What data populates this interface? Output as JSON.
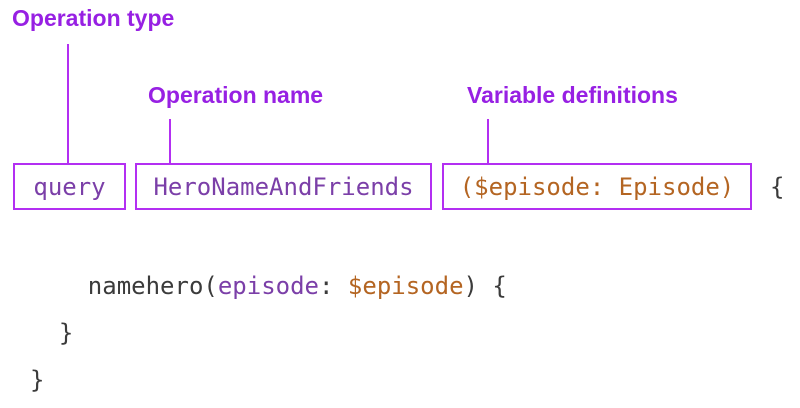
{
  "labels": {
    "operation_type": "Operation type",
    "operation_name": "Operation name",
    "variable_definitions": "Variable definitions"
  },
  "code": {
    "operation_type": "query",
    "operation_name": "HeroNameAndFriends",
    "variable_definitions": "($episode: Episode)",
    "open_brace": "{",
    "body_line_tokens": [
      {
        "text": "  hero(",
        "color": "plain"
      },
      {
        "text": "episode",
        "color": "purple"
      },
      {
        "text": ": ",
        "color": "plain"
      },
      {
        "text": "$episode",
        "color": "orange"
      },
      {
        "text": ") {",
        "color": "plain"
      }
    ],
    "field_line": "    name",
    "close_brace_inner": "  }",
    "close_brace_outer": "}"
  },
  "colors": {
    "annotation": "#9720e3",
    "box_border": "#b32ff2",
    "code_purple": "#7b3fa8",
    "code_orange": "#b46522",
    "code_plain": "#3b3b3b"
  }
}
